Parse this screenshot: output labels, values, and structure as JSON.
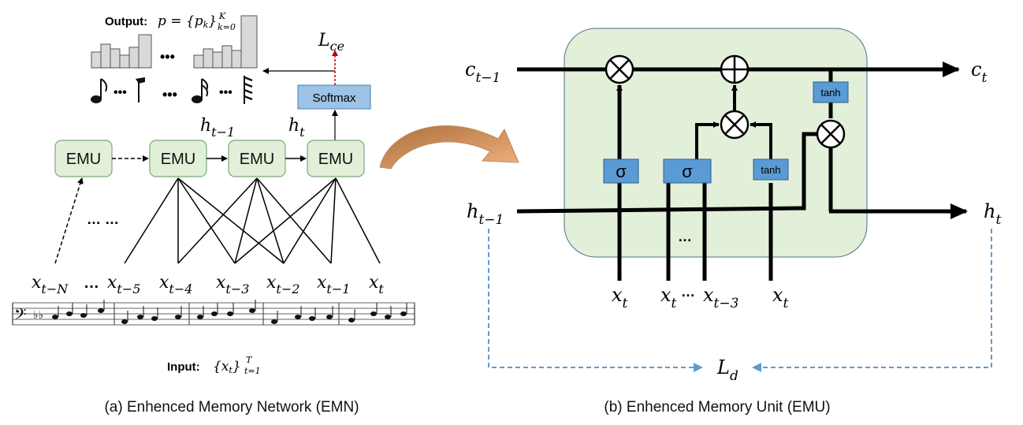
{
  "left_panel": {
    "output_label": "Output:",
    "output_formula": "p = {p",
    "output_formula_sub": "k",
    "output_formula_close": "}",
    "output_formula_upper": "K",
    "output_formula_lower": "k=0",
    "ellipsis": "•••",
    "loss_main": "L",
    "loss_sub": "ce",
    "softmax_label": "Softmax",
    "emu_label": "EMU",
    "h_prev": "h",
    "h_prev_sub": "t−1",
    "h_cur": "h",
    "h_cur_sub": "t",
    "dots_mid": "… …",
    "inputs": [
      {
        "main": "x",
        "sub": "t−N"
      },
      {
        "main": "…",
        "sub": ""
      },
      {
        "main": "x",
        "sub": "t−5"
      },
      {
        "main": "x",
        "sub": "t−4"
      },
      {
        "main": "x",
        "sub": "t−3"
      },
      {
        "main": "x",
        "sub": "t−2"
      },
      {
        "main": "x",
        "sub": "t−1"
      },
      {
        "main": "x",
        "sub": "t"
      }
    ],
    "input_label": "Input:",
    "input_formula": "{x",
    "input_formula_sub": "t",
    "input_formula_close": "}",
    "input_formula_upper": "T",
    "input_formula_lower": "t=1",
    "caption": "(a) Enhenced Memory Network (EMN)"
  },
  "right_panel": {
    "c_prev": "c",
    "c_prev_sub": "t−1",
    "c_next": "c",
    "c_next_sub": "t",
    "h_prev": "h",
    "h_prev_sub": "t−1",
    "h_next": "h",
    "h_next_sub": "t",
    "sigma": "σ",
    "tanh": "tanh",
    "dots": "…",
    "x1": "x",
    "x1_sub": "t",
    "x2": "x",
    "x2_sub": "t",
    "x2_dots": "…",
    "x3": "x",
    "x3_sub": "t−3",
    "x4": "x",
    "x4_sub": "t",
    "loss_main": "L",
    "loss_sub": "d",
    "caption": "(b) Enhenced Memory Unit (EMU)"
  },
  "colors": {
    "emu_fill": "#e2efd9",
    "emu_stroke": "#7ea77e",
    "cell_fill": "#e2efd9",
    "gate_fill": "#5b9bd5",
    "softmax_fill": "#9dc3e6",
    "loss_arrow": "#c00000",
    "dash_blue": "#5b9bd5",
    "curve_arrow": "#f4b183"
  }
}
